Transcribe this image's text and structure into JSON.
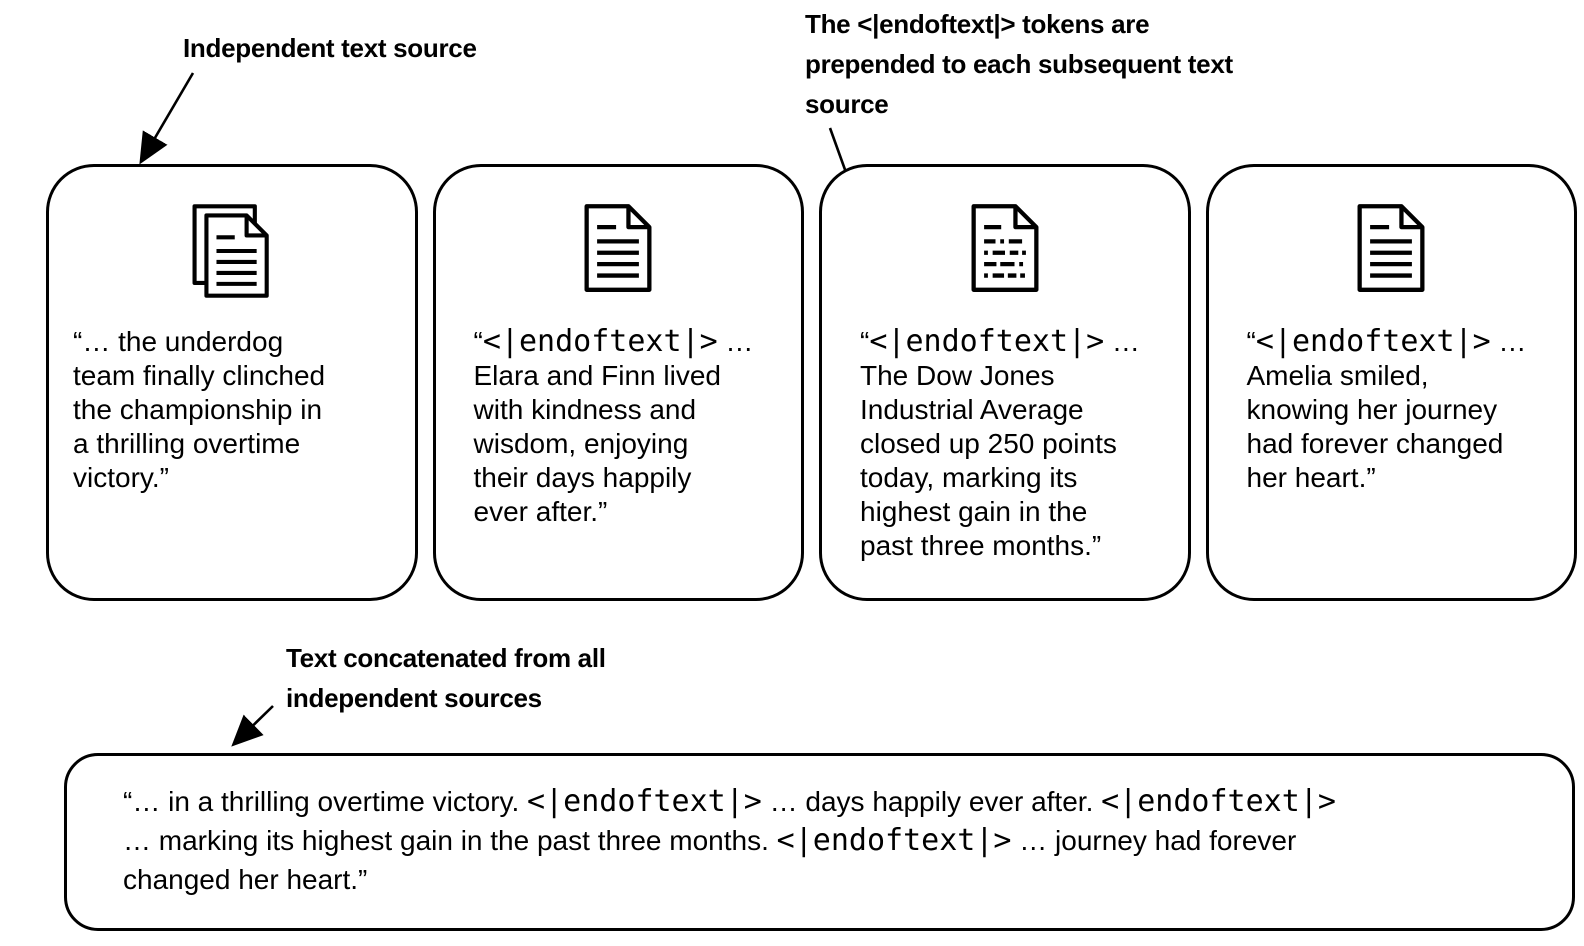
{
  "colors": {
    "ink": "#000000",
    "background": "#ffffff"
  },
  "labels": {
    "independent": {
      "text": "Independent text source"
    },
    "endoftext_note": {
      "text": "The <|endoftext|> tokens are\nprepended to each subsequent text\nsource"
    },
    "concatenated": {
      "text": "Text concatenated from all\nindependent sources"
    }
  },
  "cards": [
    {
      "icon": "document-stack-icon",
      "prefix": "“",
      "token": "",
      "rest": "… the underdog\nteam finally clinched\nthe championship in\na thrilling overtime\nvictory.”"
    },
    {
      "icon": "document-icon",
      "prefix": "“",
      "token": "<|endoftext|>",
      "rest": " …\nElara and Finn lived\nwith kindness and\nwisdom, enjoying\ntheir days happily\never after.”"
    },
    {
      "icon": "tokenized-document-icon",
      "prefix": "“",
      "token": "<|endoftext|>",
      "rest": " …\nThe Dow Jones\nIndustrial Average\nclosed up 250 points\ntoday, marking its\nhighest gain in the\npast three months.”"
    },
    {
      "icon": "document-icon",
      "prefix": "“",
      "token": "<|endoftext|>",
      "rest": " …\nAmelia smiled,\nknowing her journey\nhad forever changed\nher heart.”"
    }
  ],
  "concat": {
    "segments": [
      "“… in a thrilling overtime victory. ",
      "<|endoftext|>",
      " … days happily ever after. ",
      "<|endoftext|>",
      "\n… marking its highest gain in the past three months. ",
      "<|endoftext|>",
      " … journey had forever\nchanged her heart.”"
    ]
  }
}
